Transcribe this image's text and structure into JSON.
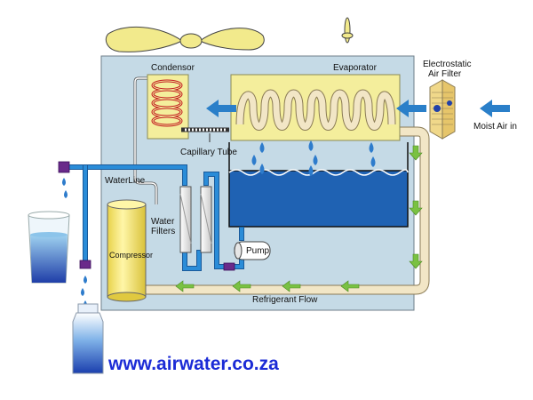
{
  "labels": {
    "condensor": "Condensor",
    "evaporator": "Evaporator",
    "electrostatic_line1": "Electrostatic",
    "electrostatic_line2": "Air Filter",
    "moist_air": "Moist Air in",
    "capillary_tube": "Capillary Tube",
    "water_line": "WaterLine",
    "water_filters_line1": "Water",
    "water_filters_line2": "Filters",
    "compressor": "Compressor",
    "pump": "Pump",
    "refrigerant_flow": "Refrigerant Flow"
  },
  "website": "www.airwater.co.za",
  "colors": {
    "housing": "#c5dae6",
    "coil_yellow": "#f4ee9c",
    "condensor_coil": "#d4252a",
    "evaporator_tube": "#f2e6c6",
    "flow_arrow_blue": "#2a7fc9",
    "flow_arrow_green": "#7ac142",
    "water": "#1f62b3",
    "droplet": "#2e7ccc",
    "pipe_blue": "#2a8cd8",
    "fan": "#f2ea8c",
    "url_text": "#1b2bd6"
  },
  "icons": [
    "fan-icon",
    "small-fan-icon",
    "electrostatic-filter-icon",
    "water-drop-icon",
    "glass-icon",
    "bottle-icon"
  ]
}
